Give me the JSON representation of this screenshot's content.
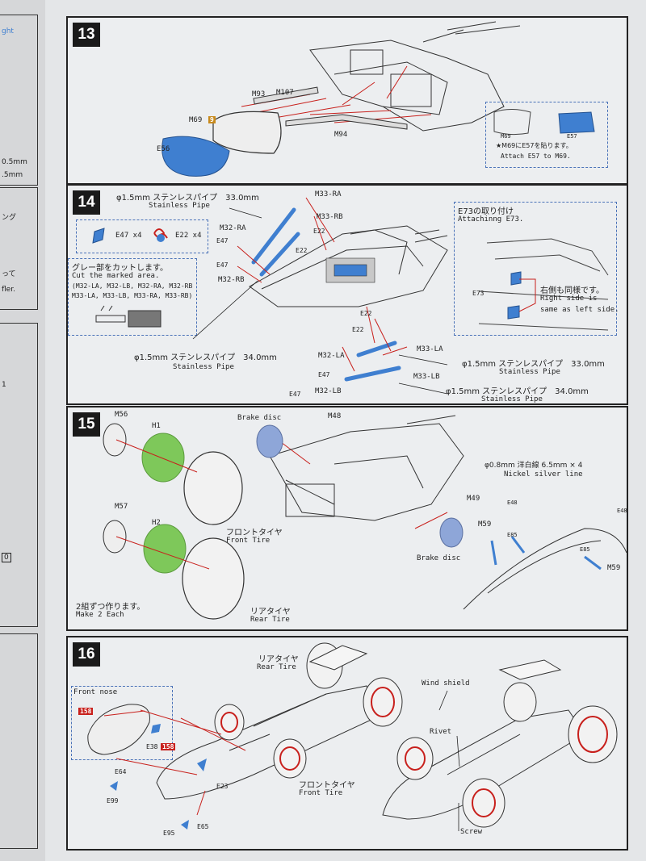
{
  "left_page": {
    "fragments": [
      "ght",
      "0.5mm",
      ".5mm",
      "ング",
      "って",
      "fler.",
      "1",
      "0"
    ]
  },
  "step13": {
    "number": "13",
    "parts": {
      "m107": "M107",
      "m93": "M93",
      "m69": "M69",
      "m69_tag": "9",
      "e56": "E56",
      "m94": "M94"
    },
    "note": {
      "m69": "M69",
      "e57": "E57",
      "jp": "★M69にE57を貼ります。",
      "en": "Attach E57 to M69."
    }
  },
  "step14": {
    "number": "14",
    "pipe_top": {
      "jp": "φ1.5mm ステンレスパイプ　33.0mm",
      "en": "Stainless Pipe"
    },
    "pipe_bottom_left": {
      "jp": "φ1.5mm ステンレスパイプ　34.0mm",
      "en": "Stainless Pipe"
    },
    "pipe_right_1": {
      "jp": "φ1.5mm ステンレスパイプ　33.0mm",
      "en": "Stainless Pipe"
    },
    "pipe_right_2": {
      "jp": "φ1.5mm ステンレスパイプ　34.0mm",
      "en": "Stainless Pipe"
    },
    "parts_box": {
      "e47": "E47 x4",
      "e22": "E22 x4"
    },
    "cut_box": {
      "jp": "グレー部をカットします。",
      "en": "Cut the marked area.",
      "list1": "(M32-LA, M32-LB, M32-RA, M32-RB",
      "list2": "M33-LA, M33-LB, M33-RA, M33-RB)"
    },
    "parts": {
      "m33ra": "M33-RA",
      "m33rb": "M33-RB",
      "e22a": "E22",
      "m32ra": "M32-RA",
      "e47a": "E47",
      "e22b": "E22",
      "e47b": "E47",
      "m32rb": "M32-RB",
      "e22c": "E22",
      "e22d": "E22",
      "m32la": "M32-LA",
      "m33la": "M33-LA",
      "e47c": "E47",
      "m33lb": "M33-LB",
      "e47d": "E47",
      "m32lb": "M32-LB"
    },
    "e73_box": {
      "jp": "E73の取り付け",
      "en": "Attachinng E73.",
      "e73": "E73",
      "note_jp": "右側も同様です。",
      "note_en1": "Right  side is",
      "note_en2": "same as left side."
    }
  },
  "step15": {
    "number": "15",
    "parts": {
      "m56": "M56",
      "h1": "H1",
      "m57": "M57",
      "h2": "H2",
      "m48": "M48",
      "m49": "M49",
      "m59a": "M59",
      "e48a": "E48",
      "e85a": "E85",
      "e48b": "E48",
      "e85b": "E85",
      "m59b": "M59"
    },
    "brake_disc_top": "Brake disc",
    "brake_disc_bottom": "Brake disc",
    "front_tire": {
      "jp": "フロントタイヤ",
      "en": "Front Tire"
    },
    "rear_tire": {
      "jp": "リアタイヤ",
      "en": "Rear Tire"
    },
    "make_two": {
      "jp": "2組ずつ作ります。",
      "en": "Make 2 Each"
    },
    "nickel": {
      "jp": "φ0.8mm 洋白線  6.5mm × 4",
      "en": "Nickel silver line"
    }
  },
  "step16": {
    "number": "16",
    "front_nose_box": {
      "title": "Front nose",
      "tag1": "158",
      "e38": "E38",
      "tag2": "158"
    },
    "rear_tire": {
      "jp": "リアタイヤ",
      "en": "Rear Tire"
    },
    "front_tire": {
      "jp": "フロントタイヤ",
      "en": "Front Tire"
    },
    "parts": {
      "e64": "E64",
      "e99": "E99",
      "e23": "E23",
      "e95": "E95",
      "e65": "E65"
    },
    "wind_shield": "Wind shield",
    "rivet": "Rivet",
    "screw": "Screw"
  },
  "colors": {
    "red_line": "#c8201c",
    "blue_part": "#3f7fd0",
    "green_part": "#7ec85a",
    "tag_red": "#c8201c",
    "box_dash": "#4a72b8"
  }
}
